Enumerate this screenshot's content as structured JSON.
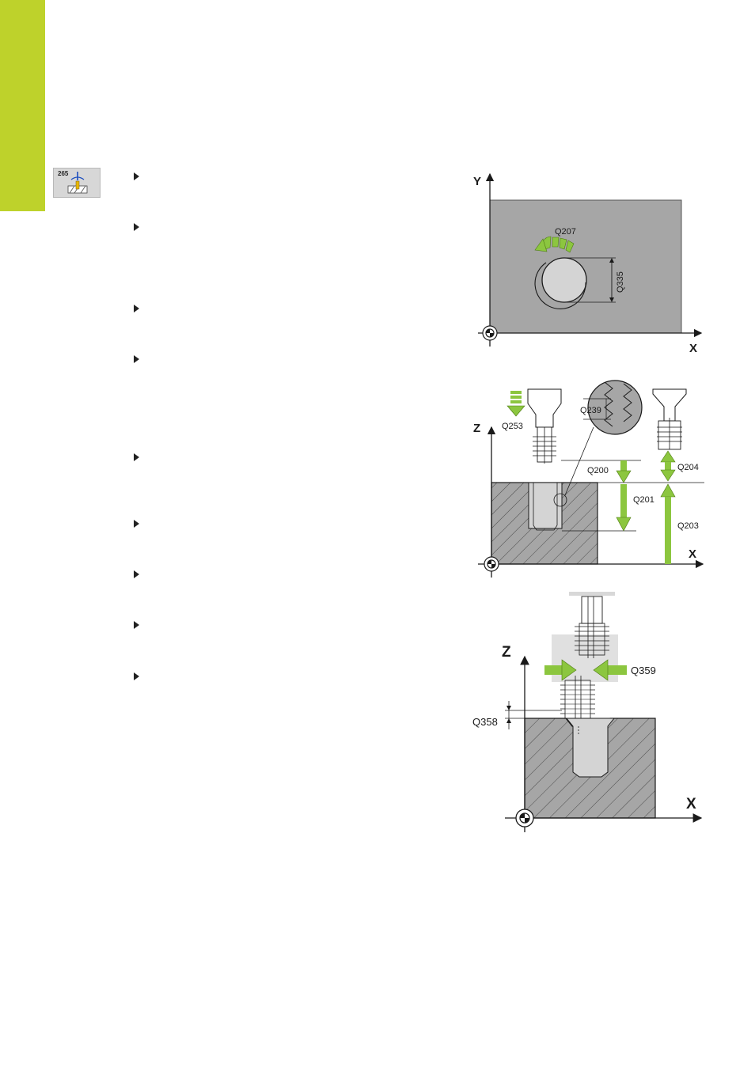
{
  "cycle_icon": {
    "number": "265"
  },
  "figure_top": {
    "axis_y": "Y",
    "axis_x": "X",
    "q_angle": "Q207",
    "q_diameter": "Q335"
  },
  "figure_middle": {
    "axis_z": "Z",
    "axis_x": "X",
    "q_pitch": "Q239",
    "q_step": "Q253",
    "q_setup": "Q200",
    "q_depth": "Q201",
    "q_clearance": "Q204",
    "q_surface": "Q203"
  },
  "figure_bottom": {
    "axis_z": "Z",
    "axis_x": "X",
    "q_direction": "Q359",
    "q_countersink": "Q358"
  },
  "colors": {
    "accent_green": "#8cc63f",
    "tab_green": "#bed22b",
    "workpiece_gray": "#a6a6a6"
  }
}
